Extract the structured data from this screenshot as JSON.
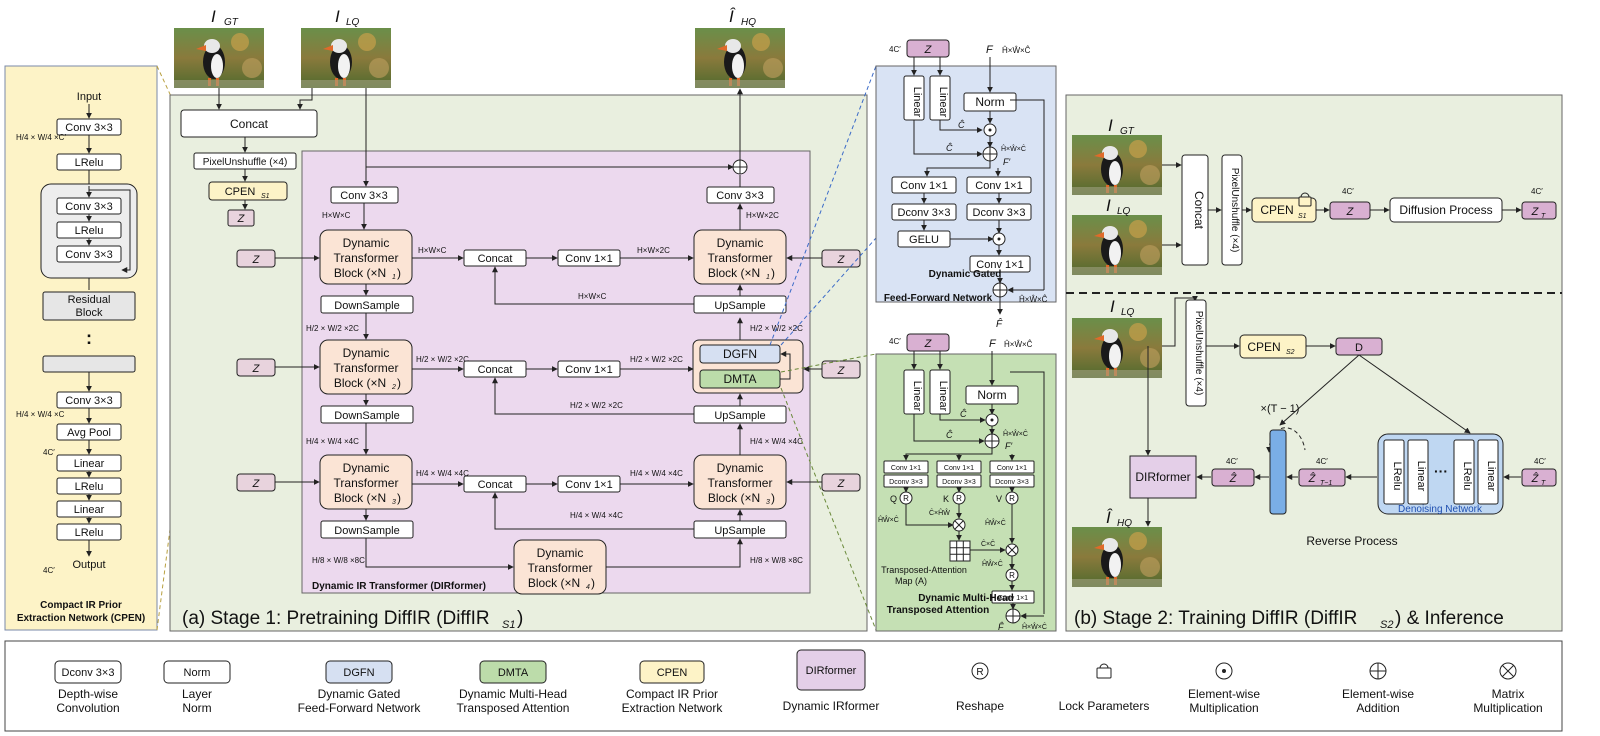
{
  "stage1": {
    "inputs": {
      "gt": "I",
      "gt_sub": "GT",
      "lq": "I",
      "lq_sub": "LQ",
      "hq": "Î",
      "hq_sub": "HQ"
    },
    "concat": "Concat",
    "pixel_unshuffle": "PixelUnshuffle (×4)",
    "cpen": "CPEN",
    "cpen_sub": "S1",
    "z": "Z",
    "caption_main": "(a) Stage 1: Pretraining DiffIR (DiffIR",
    "caption_sub": "S1",
    "caption_end": ")",
    "dirformer_title": "Dynamic IR Transformer (DIRformer)",
    "conv3": "Conv 3×3",
    "conv1": "Conv 1×1",
    "downsample": "DownSample",
    "upsample": "UpSample",
    "dtb": "Dynamic",
    "dtb2": "Transformer",
    "dtb_block": "Block (×N",
    "n1": "1",
    "n2": "2",
    "n3": "3",
    "n4": "4",
    "dgfn": "DGFN",
    "dmta": "DMTA",
    "dim_hwc": "H×W×C",
    "dim_hw2c": "H×W×2C",
    "dim_2": "H/2 × W/2 ×2C",
    "dim_4": "H/4 × W/4 ×4C",
    "dim_8": "H/8 × W/8 ×8C"
  },
  "cpen_panel": {
    "input": "Input",
    "conv": "Conv 3×3",
    "lrelu": "LRelu",
    "residual": "Residual Block",
    "residual1": "Residual",
    "residual2": "Block",
    "dots": ":",
    "avgpool": "Avg Pool",
    "linear": "Linear",
    "output": "Output",
    "dim_top": "H/4 × W/4 ×C′",
    "dim_mid": "H/4 × W/4 ×C",
    "dim_4c": "4C′",
    "dim_out": "4C′",
    "title1": "Compact IR Prior",
    "title2": "Extraction Network (CPEN)"
  },
  "dgfn_panel": {
    "z": "Z",
    "dim_4c": "4C′",
    "f": "F",
    "f_dim": "Ĥ×Ŵ×Ĉ",
    "linear": "Linear",
    "norm": "Norm",
    "c_hat": "Ĉ",
    "f_prime": "F′",
    "conv1": "Conv 1×1",
    "dconv": "Dconv 3×3",
    "gelu": "GELU",
    "title1": "Dynamic Gated",
    "title2": "Feed-Forward Network",
    "f_out": "F̂",
    "out_dim": "Ĥ×Ŵ×Ĉ"
  },
  "dmta_panel": {
    "z": "Z",
    "dim_4c": "4C′",
    "f": "F",
    "f_dim": "Ĥ×Ŵ×Ĉ",
    "linear": "Linear",
    "norm": "Norm",
    "c_hat": "Ĉ",
    "f_prime": "F′",
    "conv1": "Conv 1×1",
    "dconv": "Dconv 3×3",
    "q": "Q",
    "k": "K",
    "v": "V",
    "r": "R",
    "hw_c": "ĤŴ×Ĉ",
    "c_hw": "Ĉ×ĤŴ",
    "c_c": "Ĉ×Ĉ",
    "map1": "Transposed-Attention",
    "map2": "Map (A)",
    "title1": "Dynamic Multi-Head",
    "title2": "Transposed Attention",
    "f_out": "F̂",
    "out_dim": "Ĥ×Ŵ×Ĉ"
  },
  "stage2": {
    "gt": "I",
    "gt_sub": "GT",
    "lq": "I",
    "lq_sub": "LQ",
    "hq": "Î",
    "hq_sub": "HQ",
    "concat": "Concat",
    "pixel_unshuffle": "PixelUnshuffle (×4)",
    "cpen": "CPEN",
    "cpen_s1": "S1",
    "cpen_s2": "S2",
    "z": "Z",
    "dim_4c": "4C′",
    "diffusion": "Diffusion Process",
    "zt": "Z",
    "zt_sub": "T",
    "d": "D",
    "t_minus": "×(T − 1)",
    "dirformer": "DIRformer",
    "z_hat": "Ẑ",
    "z_hat_t1": "Ẑ",
    "z_hat_t1_sub": "T−1",
    "z_hat_t": "Ẑ",
    "z_hat_t_sub": "T",
    "lrelu": "LRelu",
    "linear": "Linear",
    "denoise": "Denoising Network",
    "reverse": "Reverse Process",
    "caption_main": "(b) Stage 2: Training DiffIR (DiffIR",
    "caption_sub": "S2",
    "caption_end": ") & Inference"
  },
  "legend": {
    "items": [
      {
        "sym": "Dconv 3×3",
        "l1": "Depth-wise",
        "l2": "Convolution",
        "color": "#ffffff"
      },
      {
        "sym": "Norm",
        "l1": "Layer",
        "l2": "Norm",
        "color": "#ffffff"
      },
      {
        "sym": "DGFN",
        "l1": "Dynamic Gated",
        "l2": "Feed-Forward Network",
        "color": "#d6e0f2"
      },
      {
        "sym": "DMTA",
        "l1": "Dynamic Multi-Head",
        "l2": "Transposed Attention",
        "color": "#bcdcaa"
      },
      {
        "sym": "CPEN",
        "l1": "Compact IR Prior",
        "l2": "Extraction Network",
        "color": "#fdf3c7"
      },
      {
        "sym": "DIRformer",
        "l1": "Dynamic IRformer",
        "l2": "",
        "color": "#e4cfe8"
      },
      {
        "sym": "R",
        "l1": "Reshape",
        "l2": ""
      },
      {
        "sym": "lock",
        "l1": "Lock Parameters",
        "l2": ""
      },
      {
        "sym": "⊙",
        "l1": "Element-wise",
        "l2": "Multiplication"
      },
      {
        "sym": "⊕",
        "l1": "Element-wise",
        "l2": "Addition"
      },
      {
        "sym": "⊗",
        "l1": "Matrix",
        "l2": "Multiplication"
      }
    ]
  },
  "colors": {
    "stage_bg": "#e9efdf",
    "cpen_bg": "#fdf3c7",
    "dirformer_bg": "#ecd9ee",
    "dtb_fill": "#fbe4d5",
    "dgfn_bg": "#d9e3f4",
    "dmta_bg": "#c5e0b4",
    "z_fill": "#e8d3dd",
    "zp_fill": "#d9b0d2",
    "denoise_fill": "#bfd7f2",
    "blue_bar": "#7aaee6"
  }
}
